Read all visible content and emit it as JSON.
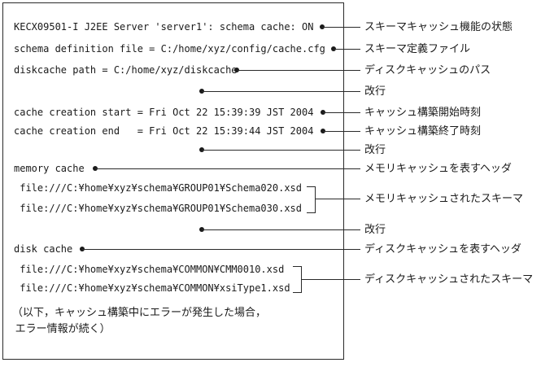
{
  "log": {
    "lines": [
      {
        "text": "KECX09501-I J2EE Server 'server1': schema cache: ON"
      },
      {
        "text": "schema definition file = C:/home/xyz/config/cache.cfg"
      },
      {
        "text": "diskcache path = C:/home/xyz/diskcache"
      },
      {
        "text": "cache creation start = Fri Oct 22 15:39:39 JST 2004"
      },
      {
        "text": "cache creation end   = Fri Oct 22 15:39:44 JST 2004"
      },
      {
        "text": "memory cache"
      },
      {
        "text": " file:///C:¥home¥xyz¥schema¥GROUP01¥Schema020.xsd"
      },
      {
        "text": " file:///C:¥home¥xyz¥schema¥GROUP01¥Schema030.xsd"
      },
      {
        "text": "disk cache"
      },
      {
        "text": " file:///C:¥home¥xyz¥schema¥COMMON¥CMM0010.xsd"
      },
      {
        "text": " file:///C:¥home¥xyz¥schema¥COMMON¥xsiType1.xsd"
      }
    ],
    "note_line1": "（以下，キャッシュ構築中にエラーが発生した場合，",
    "note_line2": " エラー情報が続く）"
  },
  "annotations": [
    {
      "label": "スキーマキャッシュ機能の状態"
    },
    {
      "label": "スキーマ定義ファイル"
    },
    {
      "label": "ディスクキャッシュのパス"
    },
    {
      "label": "改行"
    },
    {
      "label": "キャッシュ構築開始時刻"
    },
    {
      "label": "キャッシュ構築終了時刻"
    },
    {
      "label": "改行"
    },
    {
      "label": "メモリキャッシュを表すヘッダ"
    },
    {
      "label": "メモリキャッシュされたスキーマ"
    },
    {
      "label": "改行"
    },
    {
      "label": "ディスクキャッシュを表すヘッダ"
    },
    {
      "label": "ディスクキャッシュされたスキーマ"
    }
  ],
  "colors": {
    "ink": "#1a1a1a",
    "line": "#2a2a2a",
    "background": "#ffffff"
  }
}
